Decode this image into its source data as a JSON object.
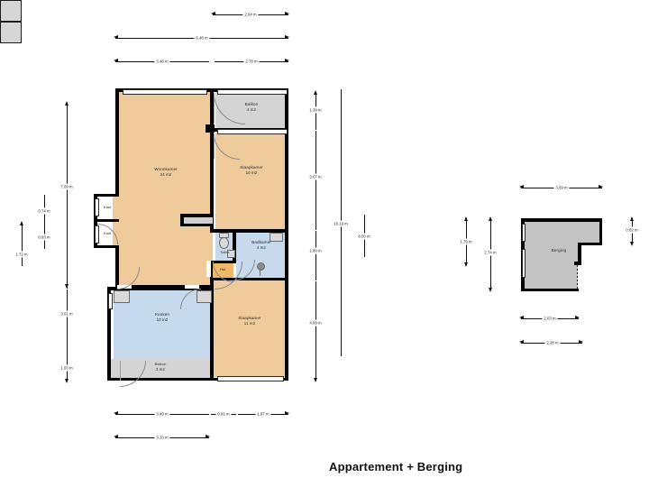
{
  "title": "Appartement + Berging",
  "apartment": {
    "rooms": [
      {
        "name": "Woonkamer",
        "area": "24 m2"
      },
      {
        "name": "Slaapkamer",
        "area": "10 m2"
      },
      {
        "name": "Balkon",
        "area": "4 m2"
      },
      {
        "name": "Badkamer",
        "area": "4 m2"
      },
      {
        "name": "Toilet",
        "area": ""
      },
      {
        "name": "Hal",
        "area": ""
      },
      {
        "name": "Keuken",
        "area": "10 m2"
      },
      {
        "name": "Slaapkamer",
        "area": "11 m2"
      },
      {
        "name": "Balkon",
        "area": "3 m2"
      },
      {
        "name": "Kast",
        "area": ""
      },
      {
        "name": "Kast",
        "area": ""
      }
    ],
    "dimensions_top": [
      "2.64 m",
      "6.48 m",
      "3.48 m",
      "2.78 m"
    ],
    "dimensions_left": [
      "7.09 m",
      "0.74 m",
      "0.93 m",
      "1.72 m",
      "3.01 m",
      "1.03 m"
    ],
    "dimensions_right": [
      "1.39 m",
      "3.67 m",
      "1.89 m",
      "4.09 m",
      "10.19 m",
      "8.00 m"
    ],
    "dimensions_bottom": [
      "3.49 m",
      "0.81 m",
      "1.87 m",
      "3.33 m"
    ]
  },
  "storage": {
    "name": "Berging",
    "dimensions_top": [
      "3.09 m"
    ],
    "dimensions_left": [
      "1.79 m",
      "2.74 m"
    ],
    "dimensions_right": [
      "0.82 m"
    ],
    "dimensions_bottom": [
      "2.03 m",
      "2.38 m"
    ]
  },
  "colors": {
    "wall": "#000000",
    "living": "#efcb9c",
    "wet": "#c7d9ec",
    "balcony": "#d4d4d4",
    "hall": "#f0b96a",
    "storage": "#c3c3c3"
  }
}
